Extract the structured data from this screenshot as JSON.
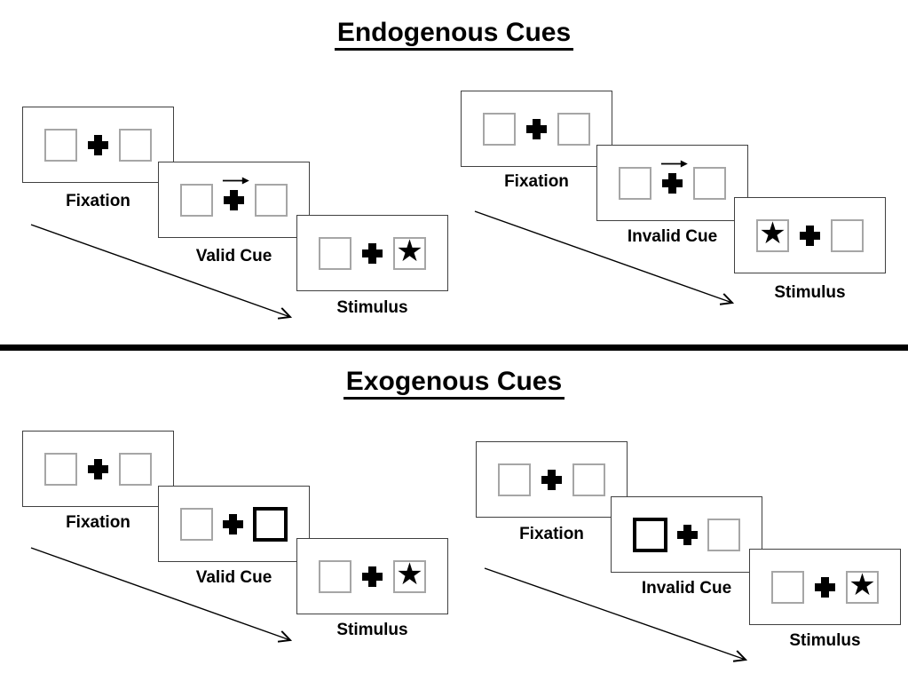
{
  "colors": {
    "ink": "#000000",
    "panel_border": "#404040",
    "box_border": "#a6a6a6",
    "cue_box_border": "#000000",
    "background": "#ffffff"
  },
  "glyphs": {
    "star": "★"
  },
  "sections": [
    {
      "title": "Endogenous Cues",
      "trials": [
        {
          "name": "valid-trial",
          "frames": [
            {
              "label": "Fixation",
              "type": "fixation"
            },
            {
              "label": "Valid Cue",
              "type": "central-arrow-cue",
              "cue_direction": "right"
            },
            {
              "label": "Stimulus",
              "type": "stimulus",
              "target_side": "right"
            }
          ]
        },
        {
          "name": "invalid-trial",
          "frames": [
            {
              "label": "Fixation",
              "type": "fixation"
            },
            {
              "label": "Invalid Cue",
              "type": "central-arrow-cue",
              "cue_direction": "right"
            },
            {
              "label": "Stimulus",
              "type": "stimulus",
              "target_side": "left"
            }
          ]
        }
      ]
    },
    {
      "title": "Exogenous Cues",
      "trials": [
        {
          "name": "valid-trial",
          "frames": [
            {
              "label": "Fixation",
              "type": "fixation"
            },
            {
              "label": "Valid Cue",
              "type": "peripheral-box-cue",
              "cue_side": "right"
            },
            {
              "label": "Stimulus",
              "type": "stimulus",
              "target_side": "right"
            }
          ]
        },
        {
          "name": "invalid-trial",
          "frames": [
            {
              "label": "Fixation",
              "type": "fixation"
            },
            {
              "label": "Invalid Cue",
              "type": "peripheral-box-cue",
              "cue_side": "left"
            },
            {
              "label": "Stimulus",
              "type": "stimulus",
              "target_side": "right"
            }
          ]
        }
      ]
    }
  ]
}
